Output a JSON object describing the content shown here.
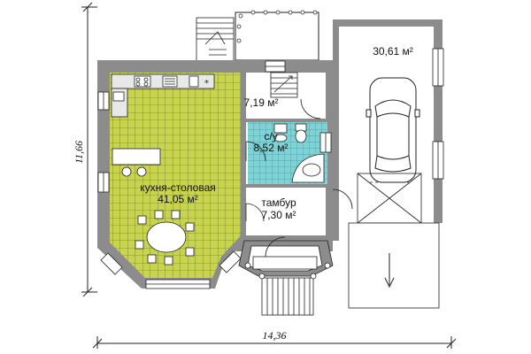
{
  "rooms": {
    "garage": {
      "area": "30,61 м²"
    },
    "hall": {
      "area": "7,19 м²"
    },
    "bathroom": {
      "name": "с/у",
      "area": "8,52 м²"
    },
    "vestibule": {
      "name": "тамбур",
      "area": "7,30 м²"
    },
    "kitchen": {
      "name": "кухня-столовая",
      "area": "41,05 м²"
    }
  },
  "dimensions": {
    "width": "14,36",
    "height": "11,66"
  },
  "colors": {
    "wall": "#8c8c8c",
    "kitchen_floor": "#c8d44e",
    "bathroom_floor": "#7fd3d6",
    "counter": "#e8e8e8",
    "line": "#222222"
  }
}
